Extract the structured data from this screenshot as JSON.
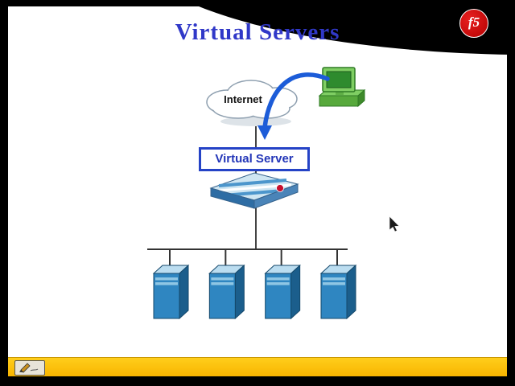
{
  "slide": {
    "title": "Virtual Servers",
    "logo_text": "f5"
  },
  "diagram": {
    "internet_label": "Internet",
    "virtual_server_label": "Virtual Server",
    "pool_server_count": 4
  },
  "colors": {
    "title_blue": "#3038C8",
    "logo_red": "#D40000",
    "arrow_blue": "#1C5CD8",
    "server_blue": "#2F86C1",
    "server_side_blue": "#1B5E8C",
    "server_top_blue": "#BBDDF0",
    "toolbar_yellow": "#FFC30B",
    "swoosh_black": "#000000"
  },
  "icons": {
    "cloud": "internet-cloud-icon",
    "client": "client-computer-icon",
    "load_balancer": "load-balancer-icon",
    "server": "server-icon",
    "pencil": "pencil-tool-icon",
    "cursor": "mouse-cursor-icon"
  }
}
